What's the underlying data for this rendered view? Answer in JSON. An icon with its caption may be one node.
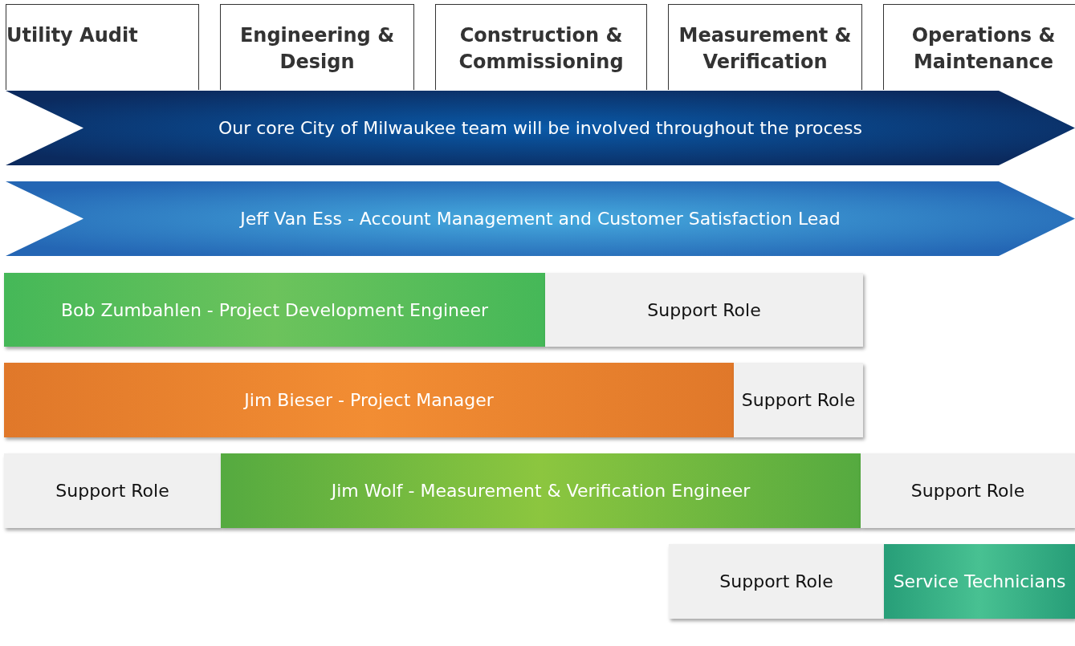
{
  "diagram": {
    "nodes": [
      {
        "text": [
          "Utility Audit"
        ]
      },
      {
        "text": [
          "Engineering & Design"
        ]
      },
      {
        "text": [
          "Construction & Commissioning"
        ]
      },
      {
        "text": [
          "Measurement & Verification"
        ]
      },
      {
        "text": [
          "Operations & Maintenance"
        ]
      },
      {
        "text": [
          "Our core City of Milwaukee team will be involved throughout the process"
        ]
      },
      {
        "text": [
          "Jeff Van Ess - Account Management and Customer Satisfaction Lead"
        ]
      },
      {
        "text": [
          "Bob Zumbahlen - Project Development Engineer"
        ]
      },
      {
        "text": [
          "Support Role"
        ]
      },
      {
        "text": [
          "Jim Bieser - Project Manager"
        ]
      },
      {
        "text": [
          "Support Role"
        ]
      },
      {
        "text": [
          "Support Role"
        ]
      },
      {
        "text": [
          "Jim Wolf - Measurement & Verification Engineer"
        ]
      },
      {
        "text": [
          "Support Role"
        ]
      },
      {
        "text": [
          "Support Role"
        ]
      },
      {
        "text": [
          "Service Technicians"
        ]
      }
    ]
  }
}
